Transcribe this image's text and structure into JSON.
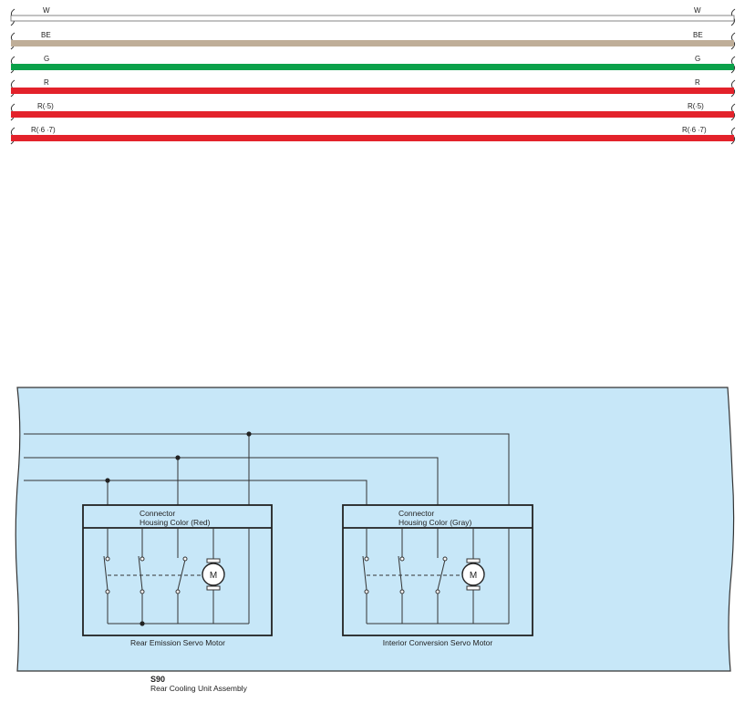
{
  "wires": [
    {
      "label_left": "W",
      "label_right": "W",
      "color": "#ffffff"
    },
    {
      "label_left": "BE",
      "label_right": "BE",
      "color": "#bfae98"
    },
    {
      "label_left": "G",
      "label_right": "G",
      "color": "#0aa14a"
    },
    {
      "label_left": "R",
      "label_right": "R",
      "color": "#e3222b"
    },
    {
      "label_left": "R(∙5)",
      "label_right": "R(∙5)",
      "color": "#e3222b"
    },
    {
      "label_left": "R(∙6 ∙7)",
      "label_right": "R(∙6 ∙7)",
      "color": "#e3222b"
    }
  ],
  "assembly": {
    "code": "S90",
    "name": "Rear Cooling Unit Assembly",
    "fill_color": "#c7e7f8"
  },
  "motors": [
    {
      "connector_line1": "Connector",
      "connector_line2": "Housing Color (Red)",
      "name": "Rear Emission Servo Motor",
      "motor_symbol": "M"
    },
    {
      "connector_line1": "Connector",
      "connector_line2": "Housing Color (Gray)",
      "name": "Interior Conversion Servo Motor",
      "motor_symbol": "M"
    }
  ]
}
